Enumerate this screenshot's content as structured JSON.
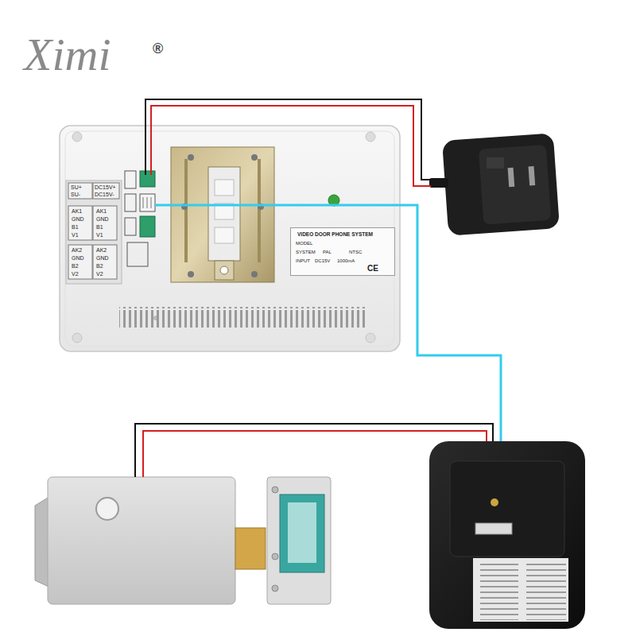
{
  "diagram": {
    "nodes": [
      {
        "text": [
          "VIDEO DOOR PHONE SYSTEM",
          "MODEL",
          "SYSTEM",
          "PAL",
          "NTSC",
          "INPUT",
          "DC15V",
          "1000mA",
          "CE"
        ]
      }
    ],
    "labels": [
      "Ximi",
      "®",
      "SU+",
      "SU-",
      "DC15V+",
      "DC15V-",
      "AK1",
      "GND",
      "B1",
      "V1",
      "AK1",
      "GND",
      "B1",
      "V1",
      "AK2",
      "GND",
      "B2",
      "V2",
      "AK2",
      "GND",
      "B2",
      "V2"
    ]
  }
}
